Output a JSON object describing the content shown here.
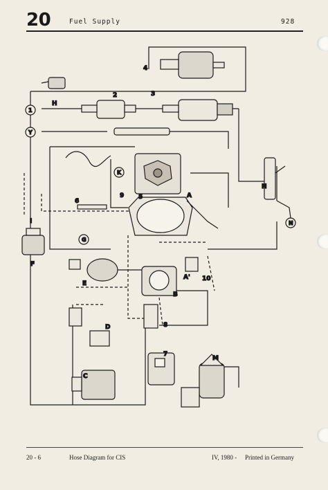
{
  "header": {
    "section_number": "20",
    "section_title": "Fuel Supply",
    "model": "928"
  },
  "footer": {
    "page_ref": "20 - 6",
    "caption": "Hose Diagram for CIS",
    "date": "IV, 1980 -",
    "printed": "Printed in Germany"
  },
  "diagram": {
    "number_labels": [
      "1",
      "2",
      "3",
      "4",
      "5",
      "6",
      "7",
      "8",
      "9",
      "10"
    ],
    "letter_labels": [
      "A",
      "A'",
      "B",
      "C",
      "D",
      "E",
      "F",
      "G",
      "H",
      "I",
      "K",
      "L",
      "M",
      "N"
    ],
    "circled_labels": [
      "1",
      "Y",
      "K",
      "G",
      "N"
    ]
  }
}
